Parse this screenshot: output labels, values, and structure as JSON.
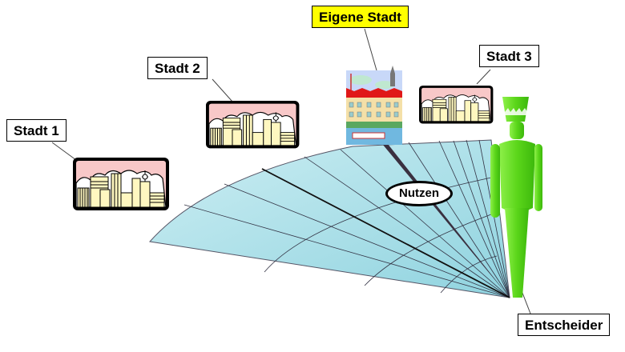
{
  "diagram": {
    "nodes": {
      "stadt1": {
        "label": "Stadt 1",
        "icon": "city-skyline-icon"
      },
      "stadt2": {
        "label": "Stadt 2",
        "icon": "city-skyline-icon"
      },
      "stadt3": {
        "label": "Stadt 3",
        "icon": "city-skyline-icon"
      },
      "eigene_stadt": {
        "label": "Eigene Stadt",
        "icon": "hometown-illustration-icon"
      },
      "entscheider": {
        "label": "Entscheider",
        "icon": "decision-maker-figure-icon"
      }
    },
    "fan": {
      "label": "Nutzen"
    },
    "colors": {
      "eigene_stadt_highlight": "#ffff00",
      "fan_fill": "#a8dde6",
      "figure_green": "#66dd22",
      "city_sky": "#f8c8c8",
      "city_building": "#fff7c0"
    }
  }
}
